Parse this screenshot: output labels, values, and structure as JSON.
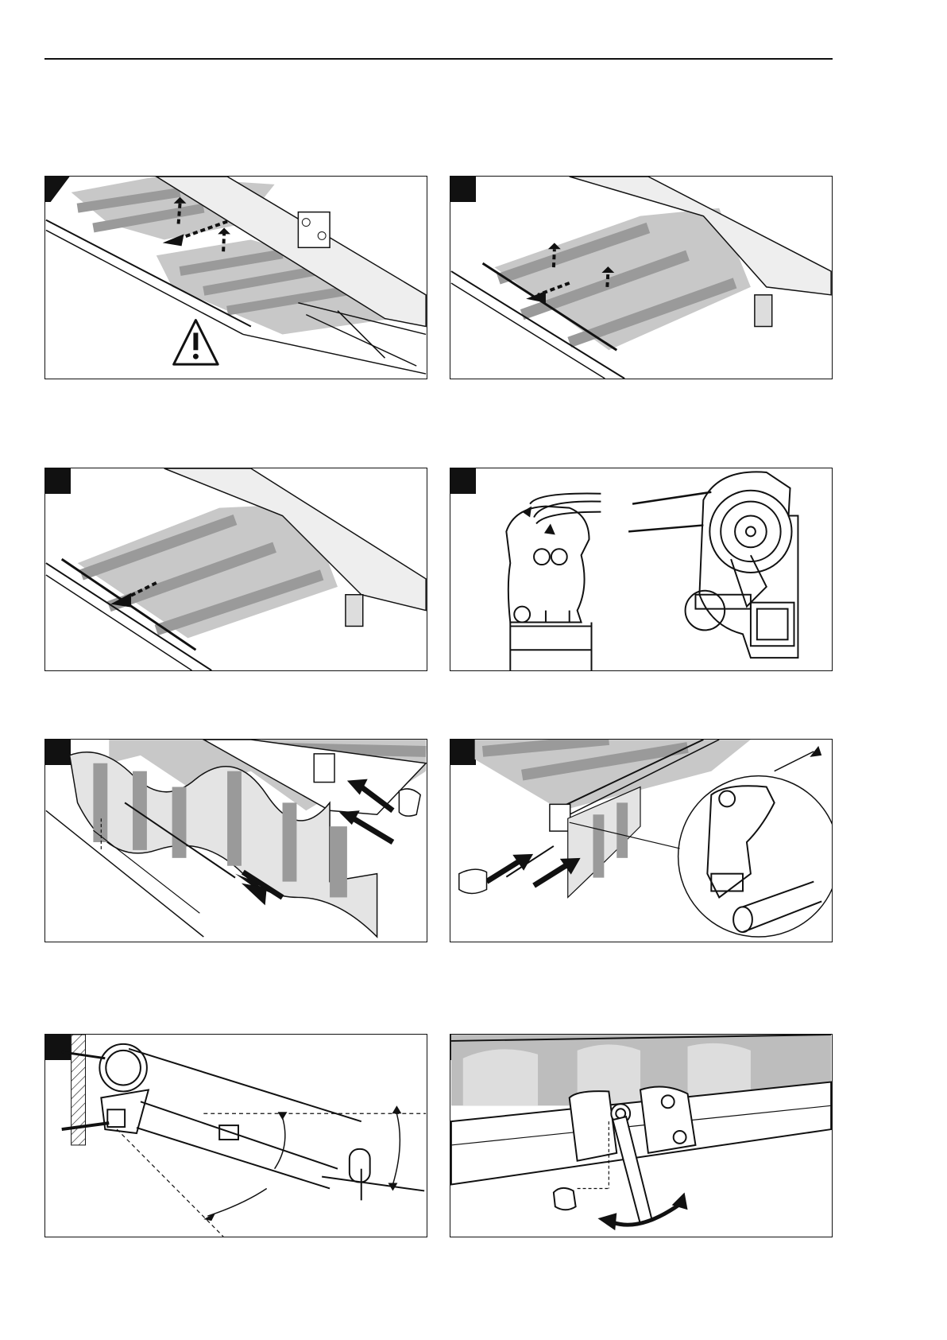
{
  "page": {
    "title": "",
    "panels": [
      {
        "id": 1,
        "content": "awning-fabric-removal-with-warning"
      },
      {
        "id": 2,
        "content": "fabric-slide-out-arrows"
      },
      {
        "id": 3,
        "content": "fabric-insert-arrow"
      },
      {
        "id": 4,
        "content": "roller-tube-and-bracket-cross-section"
      },
      {
        "id": 5,
        "content": "valance-insertion-arrows"
      },
      {
        "id": 6,
        "content": "front-profile-cap-detail-magnified"
      },
      {
        "id": 7,
        "content": "arm-tilt-angle-side-view"
      },
      {
        "id": 8,
        "content": "wrench-adjustment-bracket"
      }
    ]
  },
  "icons": {
    "warning": "warning-triangle-icon",
    "marker": "step-marker"
  },
  "colors": {
    "ink": "#111111",
    "stripe_dark": "#9a9a9a",
    "stripe_light": "#d8d8d8",
    "housing": "#eeeeee"
  }
}
